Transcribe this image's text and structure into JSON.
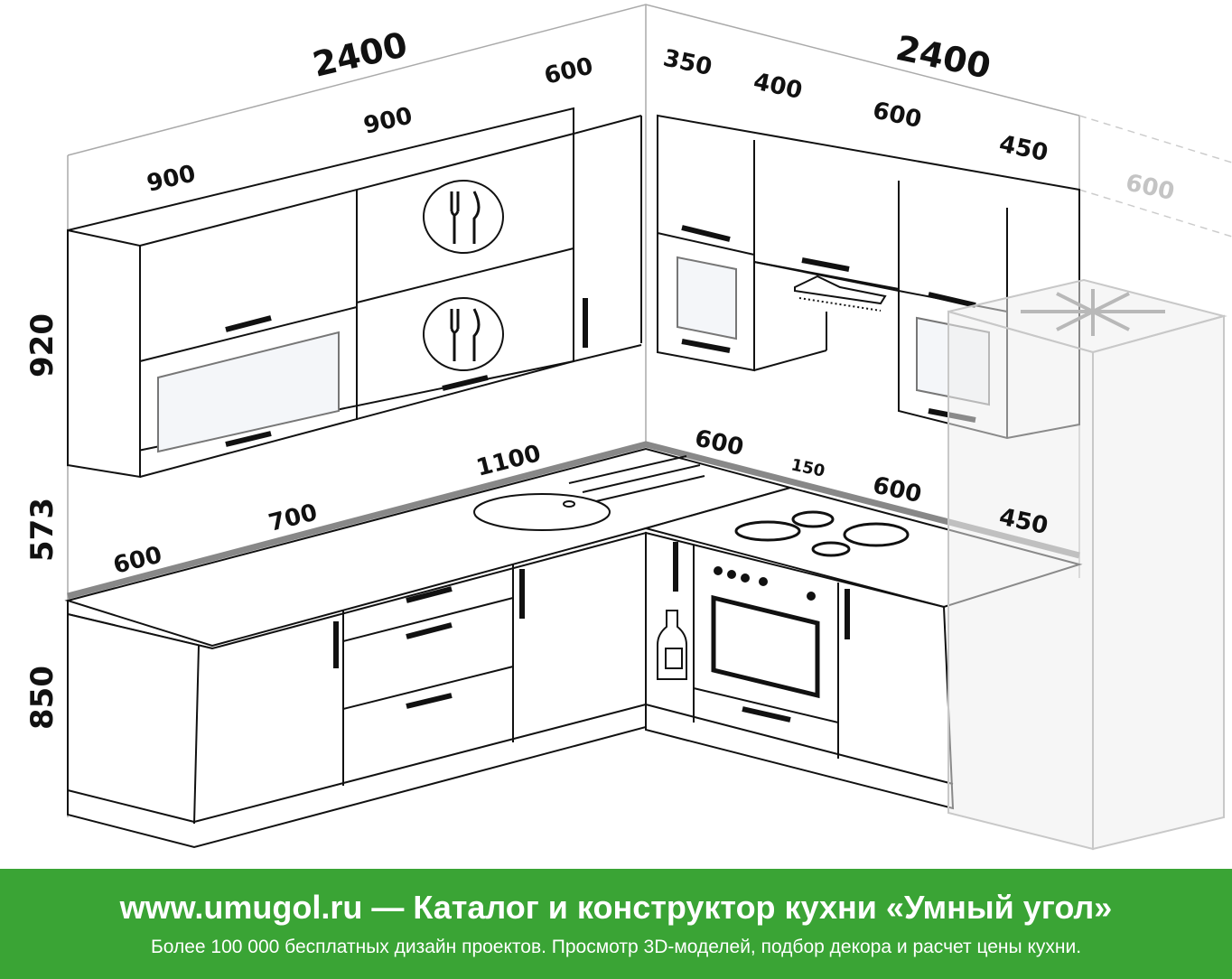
{
  "dimensions": {
    "top_left_total": "2400",
    "top_right_total": "2400",
    "upper_left_1": "900",
    "upper_left_2": "900",
    "upper_corner": "600",
    "upper_right_1": "350",
    "upper_right_2": "400",
    "upper_right_3": "600",
    "upper_right_4": "450",
    "fridge_depth": "600",
    "height_upper": "920",
    "height_backsplash": "573",
    "height_base": "850",
    "counter_left_1": "600",
    "counter_left_2": "700",
    "counter_left_3": "1100",
    "counter_right_1": "600",
    "counter_right_2": "150",
    "counter_right_3": "600",
    "counter_right_4": "450"
  },
  "icons": [
    "cutlery-icon",
    "cutlery-icon",
    "snowflake-icon",
    "bottle-icon",
    "oven-icon",
    "cooktop-icon",
    "sink-icon",
    "range-hood-icon"
  ],
  "colors": {
    "banner": "#3aa435",
    "banner_text": "#ffffff",
    "line": "#111111",
    "faint": "#c4c4c4"
  },
  "banner": {
    "title": "www.umugol.ru — Каталог и конструктор кухни «Умный угол»",
    "subtitle": "Более 100 000 бесплатных дизайн проектов. Просмотр 3D-моделей, подбор декора и расчет цены кухни."
  }
}
